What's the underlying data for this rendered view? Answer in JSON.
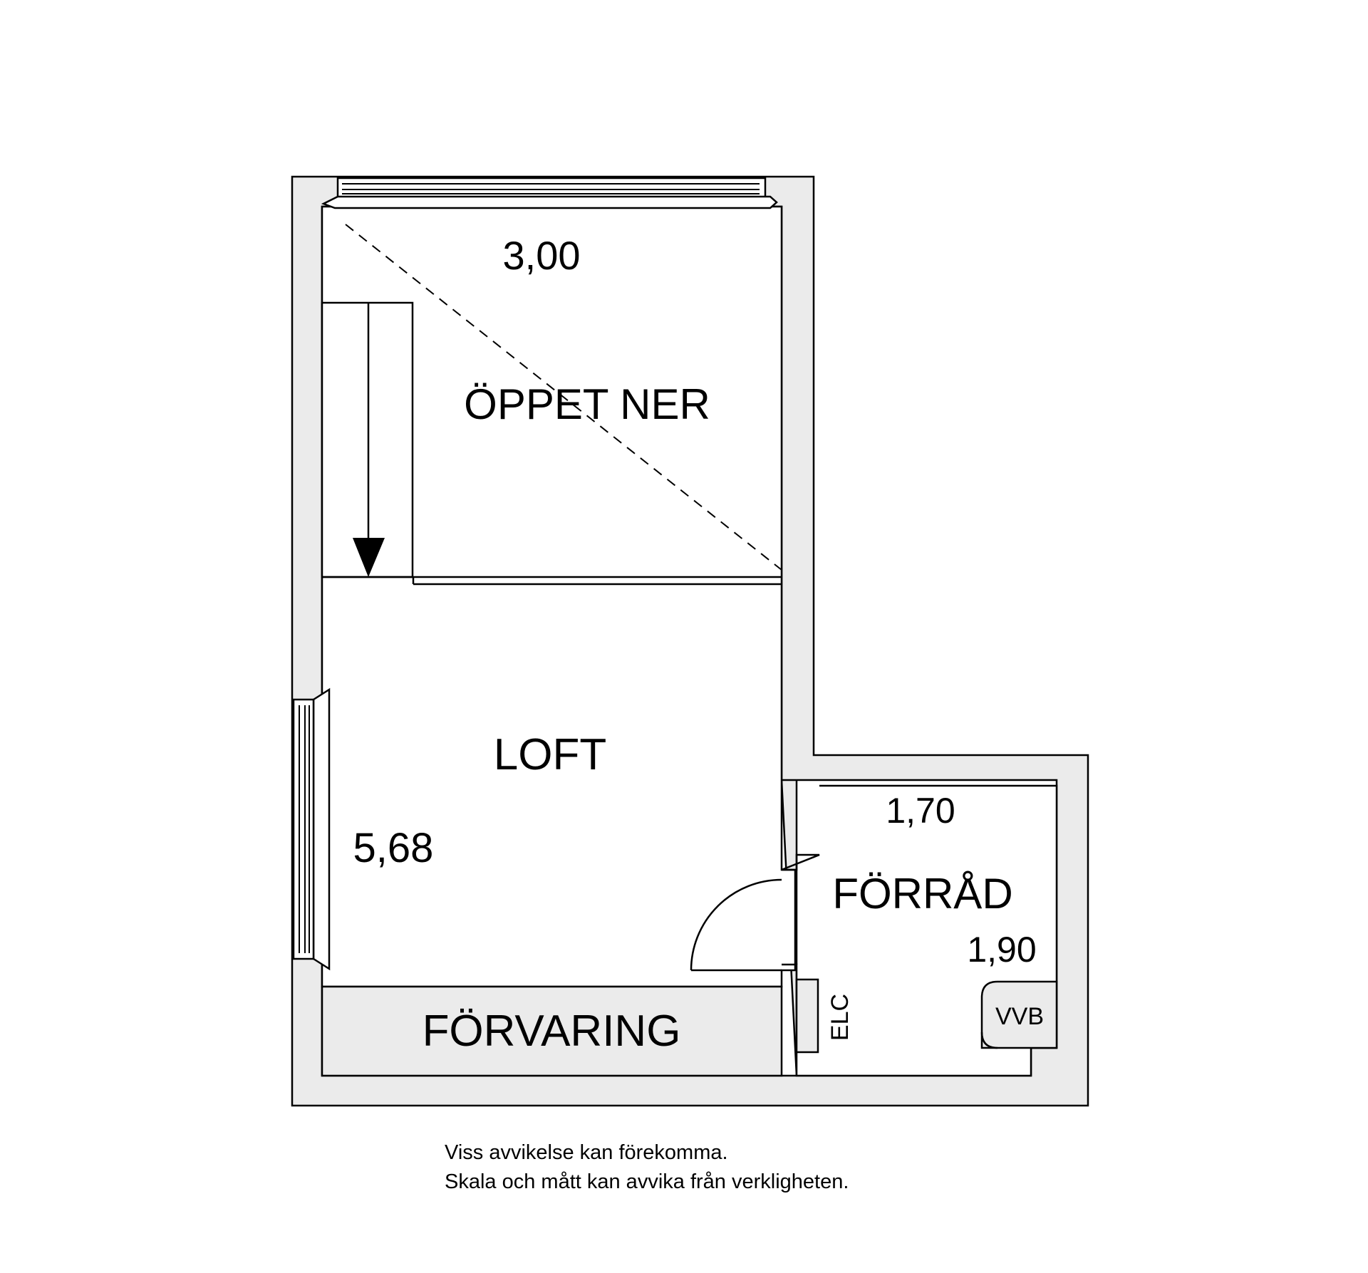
{
  "rooms": {
    "open_below": {
      "label": "ÖPPET NER",
      "dimension": "3,00"
    },
    "loft": {
      "label": "LOFT",
      "dimension": "5,68"
    },
    "storage_room": {
      "label": "FÖRRÅD",
      "width": "1,70",
      "depth": "1,90"
    },
    "closet": {
      "label": "FÖRVARING"
    }
  },
  "fixtures": {
    "electrical_cabinet": "ELC",
    "water_heater": "VVB"
  },
  "disclaimer": {
    "line1": "Viss avvikelse kan förekomma.",
    "line2": "Skala och mått kan avvika från verkligheten."
  },
  "colors": {
    "wall": "#ebebeb",
    "line": "#000000",
    "storage_fill": "#ebebeb",
    "background": "#ffffff"
  }
}
